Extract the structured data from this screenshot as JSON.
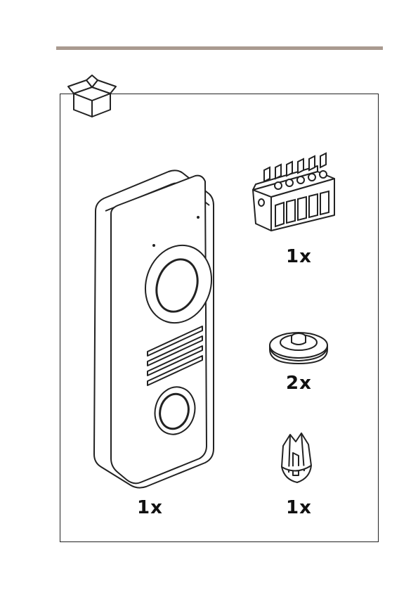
{
  "contents": {
    "package_icon": "open-box-icon",
    "items": [
      {
        "name": "door-station",
        "quantity": "1x"
      },
      {
        "name": "terminal-block-connector",
        "quantity": "1x"
      },
      {
        "name": "cable-grommet",
        "quantity": "2x"
      },
      {
        "name": "cable-gland-insert",
        "quantity": "1x"
      }
    ]
  },
  "colors": {
    "rule": "#a99a8f",
    "line": "#222222"
  }
}
